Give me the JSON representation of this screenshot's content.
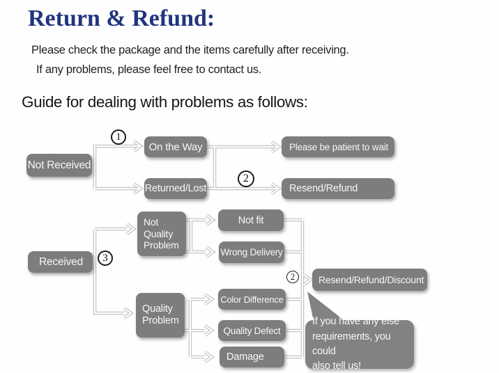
{
  "header": {
    "title": "Return & Refund:",
    "subtitle_line1": "Please check the package and the items carefully after receiving.",
    "subtitle_line2": "If any problems, please feel free to contact us.",
    "guide_heading": "Guide for dealing with problems as follows:"
  },
  "flowchart": {
    "nodes": {
      "not_received": "Not Received",
      "on_the_way": "On the Way",
      "returned_lost": "Returned/Lost",
      "be_patient": "Please be patient to wait",
      "resend_refund": "Resend/Refund",
      "received": "Received",
      "not_quality_problem": "Not\nQuality\nProblem",
      "quality_problem": "Quality\nProblem",
      "not_fit": "Not fit",
      "wrong_delivery": "Wrong Delivery",
      "color_difference": "Color Difference",
      "quality_defect": "Quality Defect",
      "damage": "Damage",
      "resend_refund_discount": "Resend/Refund/Discount"
    },
    "annotations": {
      "step1": "1",
      "step2_top": "2",
      "step3": "3",
      "step2_bottom": "2"
    },
    "bubble_text": "If you have any else\nrequirements, you could\nalso tell us!",
    "edges": [
      {
        "from": "not_received",
        "to": "on_the_way",
        "label": "1"
      },
      {
        "from": "not_received",
        "to": "returned_lost"
      },
      {
        "from": "on_the_way",
        "to": "be_patient"
      },
      {
        "from": "returned_lost",
        "to": "resend_refund",
        "label": "2"
      },
      {
        "from": "received",
        "to": "not_quality_problem",
        "label": "3"
      },
      {
        "from": "received",
        "to": "quality_problem"
      },
      {
        "from": "not_quality_problem",
        "to": "not_fit"
      },
      {
        "from": "not_quality_problem",
        "to": "wrong_delivery"
      },
      {
        "from": "quality_problem",
        "to": "color_difference"
      },
      {
        "from": "quality_problem",
        "to": "quality_defect"
      },
      {
        "from": "quality_problem",
        "to": "damage"
      },
      {
        "from": "not_fit",
        "to": "resend_refund_discount",
        "label": "2"
      },
      {
        "from": "wrong_delivery",
        "to": "resend_refund_discount",
        "label": "2"
      },
      {
        "from": "color_difference",
        "to": "resend_refund_discount",
        "label": "2"
      },
      {
        "from": "quality_defect",
        "to": "resend_refund_discount",
        "label": "2"
      },
      {
        "from": "damage",
        "to": "resend_refund_discount",
        "label": "2"
      }
    ]
  },
  "colors": {
    "title_blue": "#21357e",
    "box_gray": "#7d7d7d",
    "bubble_gray": "#828282",
    "connector_gray": "#c4c4c4",
    "box_text": "#f7f7f7",
    "body_text": "#1f1f1f"
  }
}
